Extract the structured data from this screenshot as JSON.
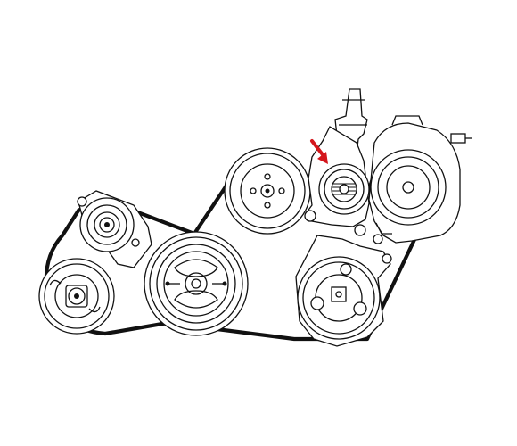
{
  "diagram": {
    "kind": "serpentine-drive-belt-routing",
    "components": [
      {
        "id": "idler-pulley-upper-left",
        "role": "idler"
      },
      {
        "id": "idler-pulley-lower-left",
        "role": "idler"
      },
      {
        "id": "crankshaft-pulley",
        "role": "crankshaft"
      },
      {
        "id": "water-pump-pulley",
        "role": "water-pump"
      },
      {
        "id": "tensioner-pulley",
        "role": "belt-tensioner",
        "highlighted": true
      },
      {
        "id": "alternator",
        "role": "alternator"
      },
      {
        "id": "ac-compressor",
        "role": "ac-compressor"
      }
    ],
    "highlight": {
      "color": "#d4161c",
      "points_to": "tensioner-pulley"
    },
    "colors": {
      "line": "#111111",
      "background": "#ffffff",
      "arrow": "#d4161c"
    }
  }
}
